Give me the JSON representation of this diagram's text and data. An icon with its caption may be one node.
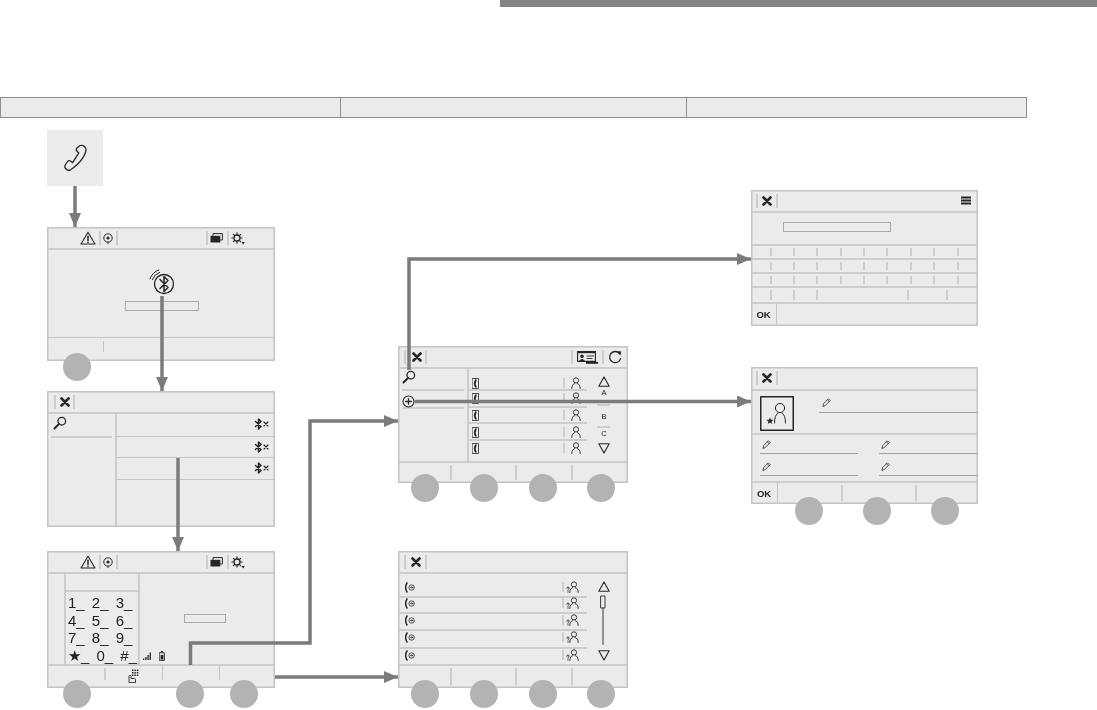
{
  "diagram": {
    "nodes": [
      {
        "text": [],
        "shape": "box"
      },
      {
        "text": [],
        "shape": "box"
      },
      {
        "text": [],
        "shape": "picture",
        "in": 1
      },
      {
        "text": [],
        "shape": "box"
      },
      {
        "text": [],
        "shape": "box",
        "in": 3
      },
      {
        "text": [
          "1_ 2_ 3_ 4_ 5_ 6_ 7_ 8_ 9_ ★_ 0_ #_"
        ]
      },
      {
        "text": [],
        "shape": "box",
        "in": 5
      },
      {
        "text": [],
        "shape": "box",
        "in": 5
      },
      {
        "text": [
          "A",
          "B",
          "C"
        ]
      },
      {
        "text": [],
        "shape": "picture",
        "in": 8
      },
      {
        "text": [],
        "shape": "picture",
        "in": 8
      },
      {
        "text": [],
        "shape": "box"
      },
      {
        "text": [
          "OK"
        ]
      },
      {
        "text": [
          "OK"
        ]
      }
    ],
    "edges": [
      {
        "from": 0,
        "to": 1,
        "arrow": "to"
      },
      {
        "from": 2,
        "to": 3,
        "arrow": "to"
      },
      {
        "from": 4,
        "to": 5,
        "arrow": "to"
      },
      {
        "from": 6,
        "to": 8,
        "arrow": "to"
      },
      {
        "from": 7,
        "to": 11,
        "arrow": "to"
      },
      {
        "from": 9,
        "to": 12,
        "arrow": "to"
      },
      {
        "from": 10,
        "to": 13,
        "arrow": "to"
      }
    ]
  }
}
